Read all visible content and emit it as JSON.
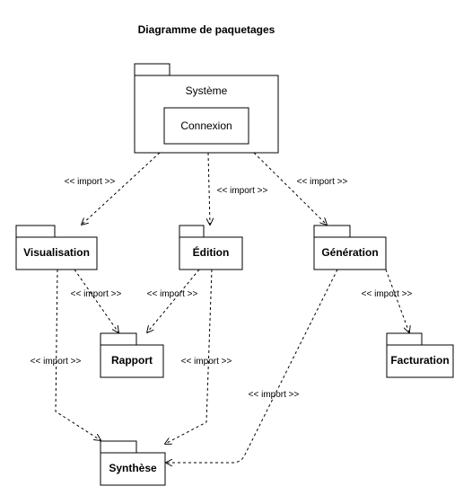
{
  "title": "Diagramme de paquetages",
  "packages": {
    "systeme": "Système",
    "connexion": "Connexion",
    "visualisation": "Visualisation",
    "edition": "Édition",
    "generation": "Génération",
    "rapport": "Rapport",
    "synthese": "Synthèse",
    "facturation": "Facturation"
  },
  "dependencies": [
    {
      "from": "Système",
      "to": "Visualisation",
      "label": "<< import >>"
    },
    {
      "from": "Système",
      "to": "Édition",
      "label": "<< import >>"
    },
    {
      "from": "Système",
      "to": "Génération",
      "label": "<< import >>"
    },
    {
      "from": "Visualisation",
      "to": "Rapport",
      "label": "<< import >>"
    },
    {
      "from": "Édition",
      "to": "Rapport",
      "label": "<< import >>"
    },
    {
      "from": "Génération",
      "to": "Facturation",
      "label": "<< import >>"
    },
    {
      "from": "Visualisation",
      "to": "Synthèse",
      "label": "<< import >>"
    },
    {
      "from": "Édition",
      "to": "Synthèse",
      "label": "<< import >>"
    },
    {
      "from": "Génération",
      "to": "Synthèse",
      "label": "<< import >>"
    }
  ]
}
